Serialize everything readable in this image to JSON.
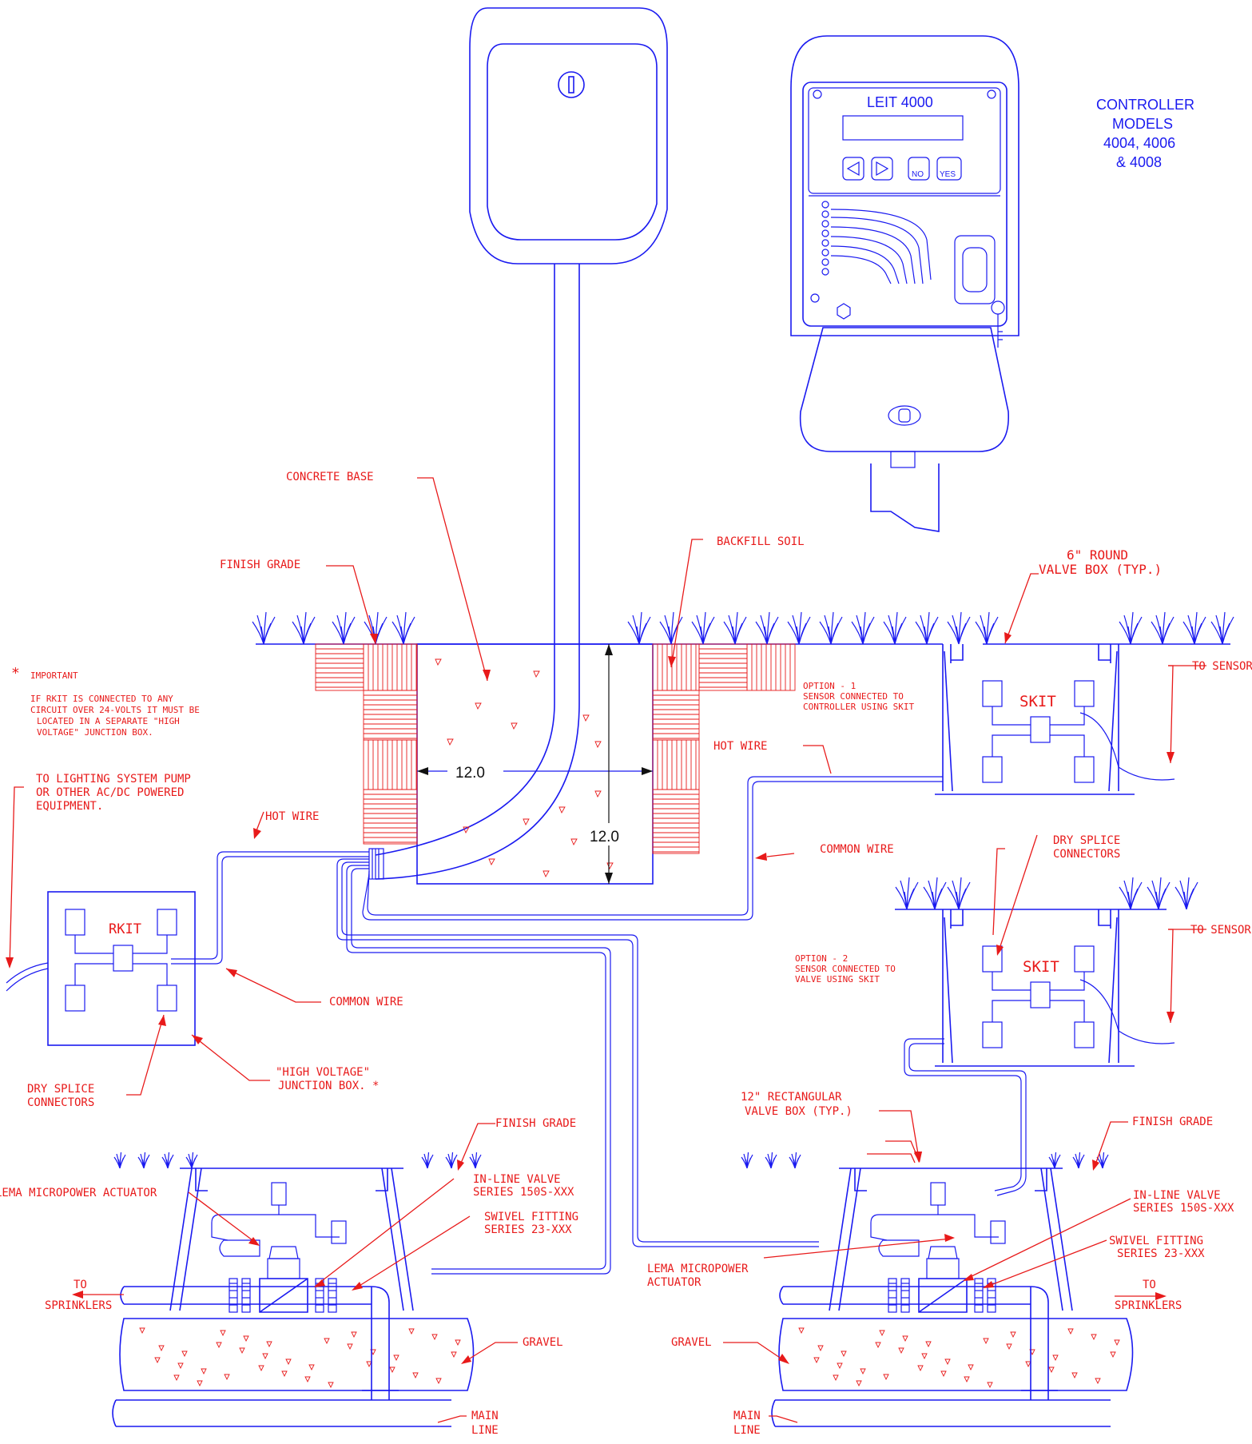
{
  "controller": {
    "display_title": "LEIT 4000",
    "btn_no": "NO",
    "btn_yes": "YES",
    "models": [
      "CONTROLLER",
      "MODELS",
      "4004, 4006",
      "& 4008"
    ]
  },
  "labels": {
    "concrete_base": "CONCRETE BASE",
    "finish_grade_top": "FINISH GRADE",
    "backfill_soil": "BACKFILL SOIL",
    "round_valve_box": [
      "6\" ROUND",
      "VALVE BOX (TYP.)"
    ],
    "important_star": "*",
    "important": "IMPORTANT",
    "important_text": [
      "IF RKIT IS CONNECTED TO ANY",
      "CIRCUIT OVER 24-VOLTS IT MUST BE",
      "LOCATED IN A SEPARATE \"HIGH",
      "VOLTAGE\" JUNCTION BOX."
    ],
    "to_lighting": [
      "TO LIGHTING SYSTEM PUMP",
      "OR OTHER AC/DC POWERED",
      "EQUIPMENT."
    ],
    "hot_wire_left": "HOT WIRE",
    "hot_wire_right": "HOT WIRE",
    "common_wire_left": "COMMON WIRE",
    "common_wire_right": "COMMON WIRE",
    "rkit": "RKIT",
    "dry_splice_left": [
      "DRY SPLICE",
      "CONNECTORS"
    ],
    "dry_splice_right": [
      "DRY SPLICE",
      "CONNECTORS"
    ],
    "high_voltage_box": [
      "\"HIGH VOLTAGE\"",
      "JUNCTION BOX. *"
    ],
    "option1": [
      "OPTION - 1",
      "SENSOR CONNECTED TO",
      "CONTROLLER USING SKIT"
    ],
    "option2": [
      "OPTION - 2",
      "SENSOR CONNECTED TO",
      "VALVE USING SKIT"
    ],
    "skit": "SKIT",
    "to_sensor": "TO SENSOR",
    "dim_width": "12.0",
    "dim_height": "12.0",
    "rect_valve_box": [
      "12\" RECTANGULAR",
      "VALVE BOX (TYP.)"
    ],
    "finish_grade": "FINISH GRADE",
    "inline_valve": [
      "IN-LINE VALVE",
      "SERIES  150S-XXX"
    ],
    "swivel_fitting": [
      "SWIVEL FITTING",
      "SERIES  23-XXX"
    ],
    "lema_actuator_left": "LEMA MICROPOWER  ACTUATOR",
    "lema_actuator_right": [
      "LEMA MICROPOWER",
      "ACTUATOR"
    ],
    "to_sprinklers": [
      "TO",
      "SPRINKLERS"
    ],
    "gravel": "GRAVEL",
    "main_line": [
      "MAIN",
      "LINE"
    ]
  },
  "colors": {
    "drawing": "#1a1af0",
    "annotation": "#e81a1a"
  }
}
